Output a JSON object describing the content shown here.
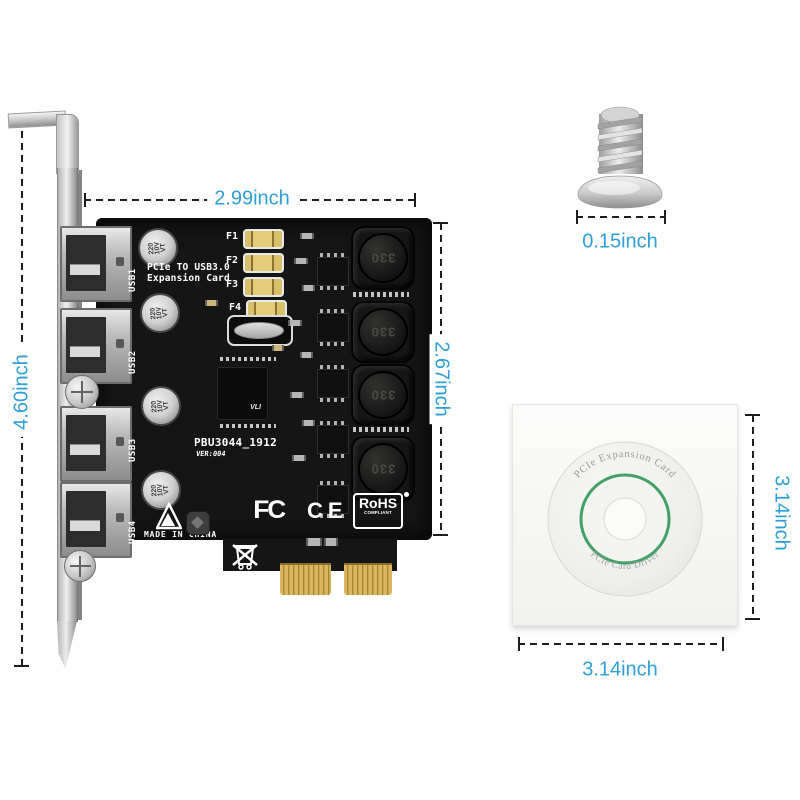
{
  "dimensions": {
    "card_width": "2.99inch",
    "card_height": "2.67inch",
    "bracket_height": "4.60inch",
    "screw_size": "0.15inch",
    "cd_width": "3.14inch",
    "cd_height": "3.14inch"
  },
  "card": {
    "title_line1": "PCIe TO USB3.0",
    "title_line2": "Expansion Card",
    "model": "PBU3044_1912",
    "version": "VER:004",
    "origin": "MADE IN CHINA",
    "port_labels": [
      "USB1",
      "USB2",
      "USB3",
      "USB4"
    ],
    "fuse_labels": [
      "F1",
      "F2",
      "F3",
      "F4"
    ],
    "capacitor_marking": [
      "220",
      "10V",
      "VT"
    ],
    "inductor_marking": "330",
    "chip_logo": "VLI",
    "fcc_mark": "FC",
    "ce_mark": "CE",
    "rohs_line1": "RoHS",
    "rohs_line2": "COMPLIANT"
  },
  "cd": {
    "arc_text_top": "PCIe Expansion Card",
    "arc_text_bottom": "PCIe Card Driver"
  },
  "colors": {
    "dimension_text": "#2e9fd8",
    "dimension_line": "#1e1e1e",
    "pcb": "#151515",
    "gold_fingers": "#cfa94f",
    "cd_ring_green": "#44a066"
  }
}
